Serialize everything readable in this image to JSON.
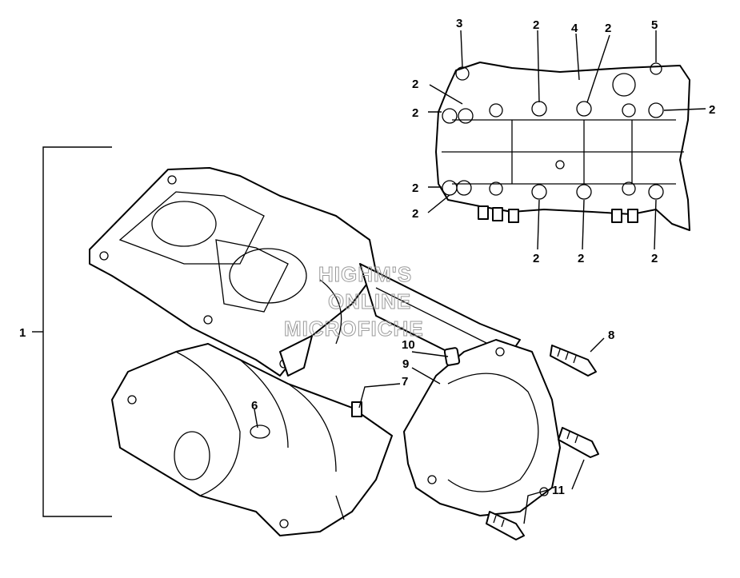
{
  "diagram": {
    "callouts": {
      "c1": "1",
      "c2": "2",
      "c3": "3",
      "c4": "4",
      "c5": "5",
      "c6": "6",
      "c7": "7",
      "c8": "8",
      "c9": "9",
      "c10": "10",
      "c11": "11"
    },
    "watermark": [
      "HIGHM'S",
      "ONLINE",
      "MICROFICHE"
    ]
  }
}
